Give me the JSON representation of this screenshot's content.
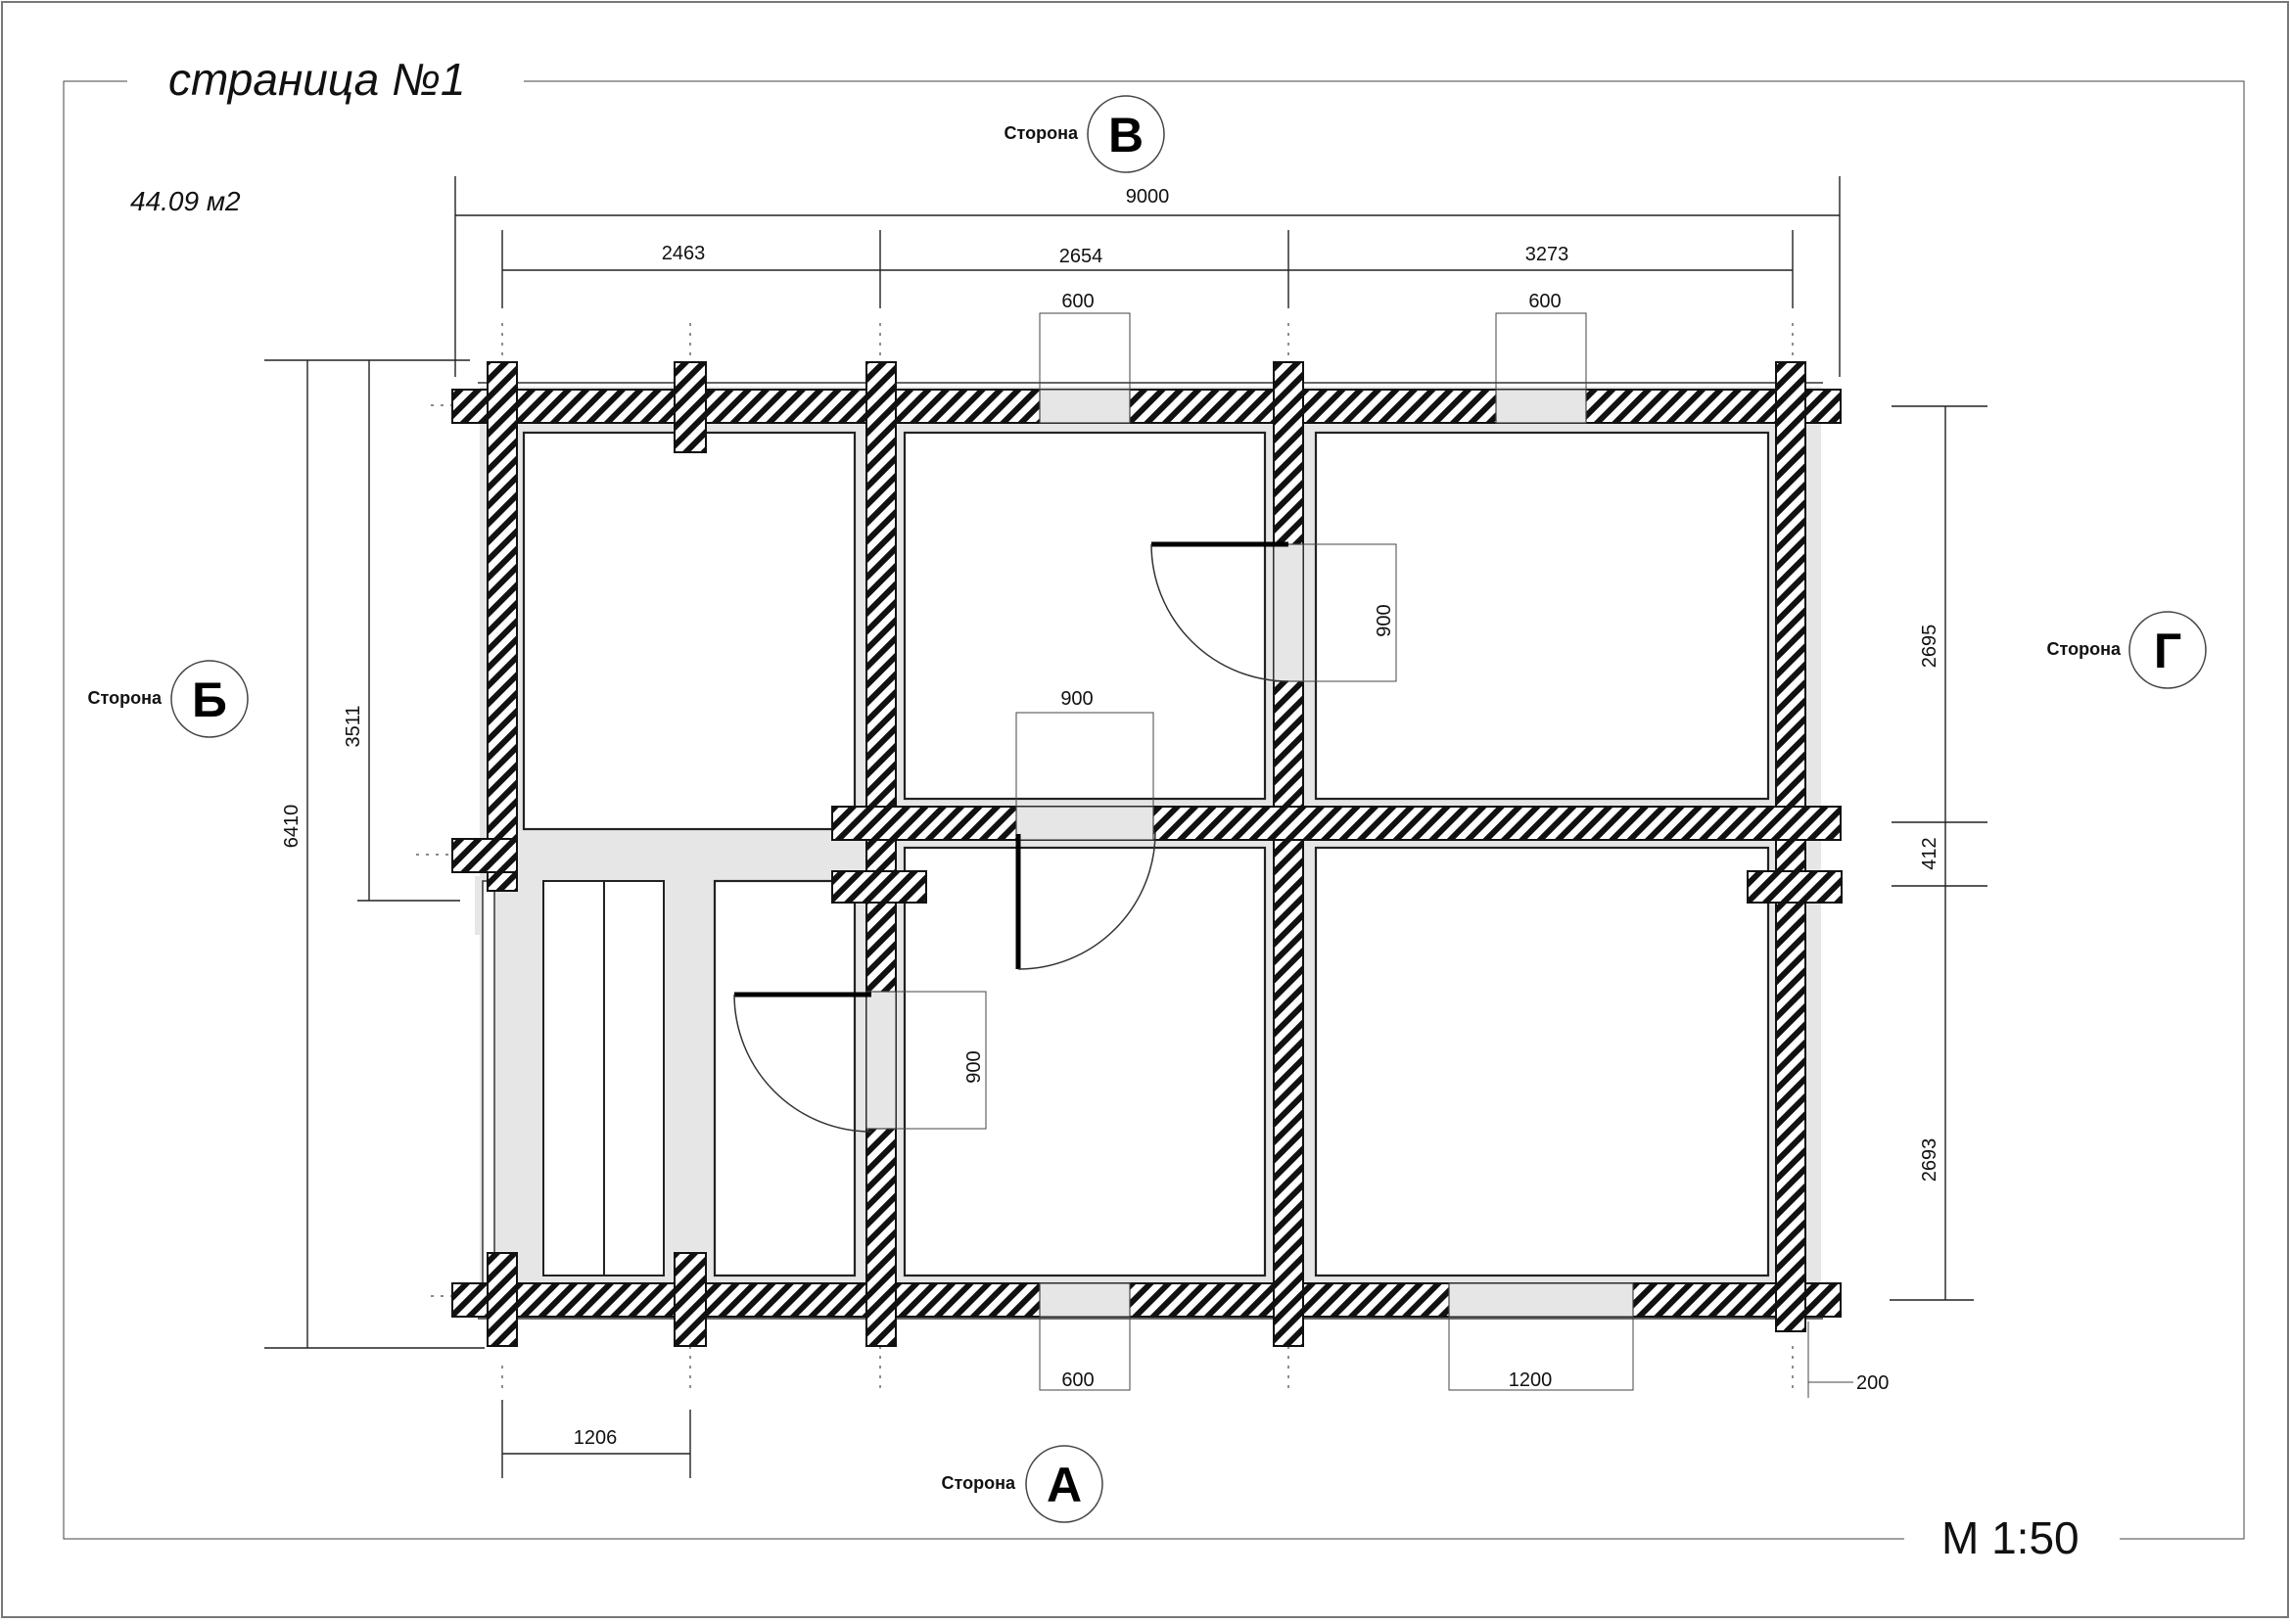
{
  "sheet": {
    "title": "страница №1",
    "area": "44.09 м2",
    "scale": "М 1:50"
  },
  "sides": {
    "label": "Сторона",
    "top": "В",
    "left": "Б",
    "right": "Г",
    "bottom": "А"
  },
  "dimensions": {
    "total_width": "9000",
    "top_segment_1": "2463",
    "top_segment_2": "2654",
    "top_segment_3": "3273",
    "window_top_1": "600",
    "window_top_2": "600",
    "door_interior_h": "900",
    "door_interior_v1": "900",
    "door_interior_v2": "900",
    "left_total": "6410",
    "left_upper": "3511",
    "right_upper": "2695",
    "right_middle": "412",
    "right_lower": "2693",
    "window_bottom_1": "600",
    "window_bottom_2": "1200",
    "wall_overhang": "200",
    "porch_width": "1206"
  }
}
